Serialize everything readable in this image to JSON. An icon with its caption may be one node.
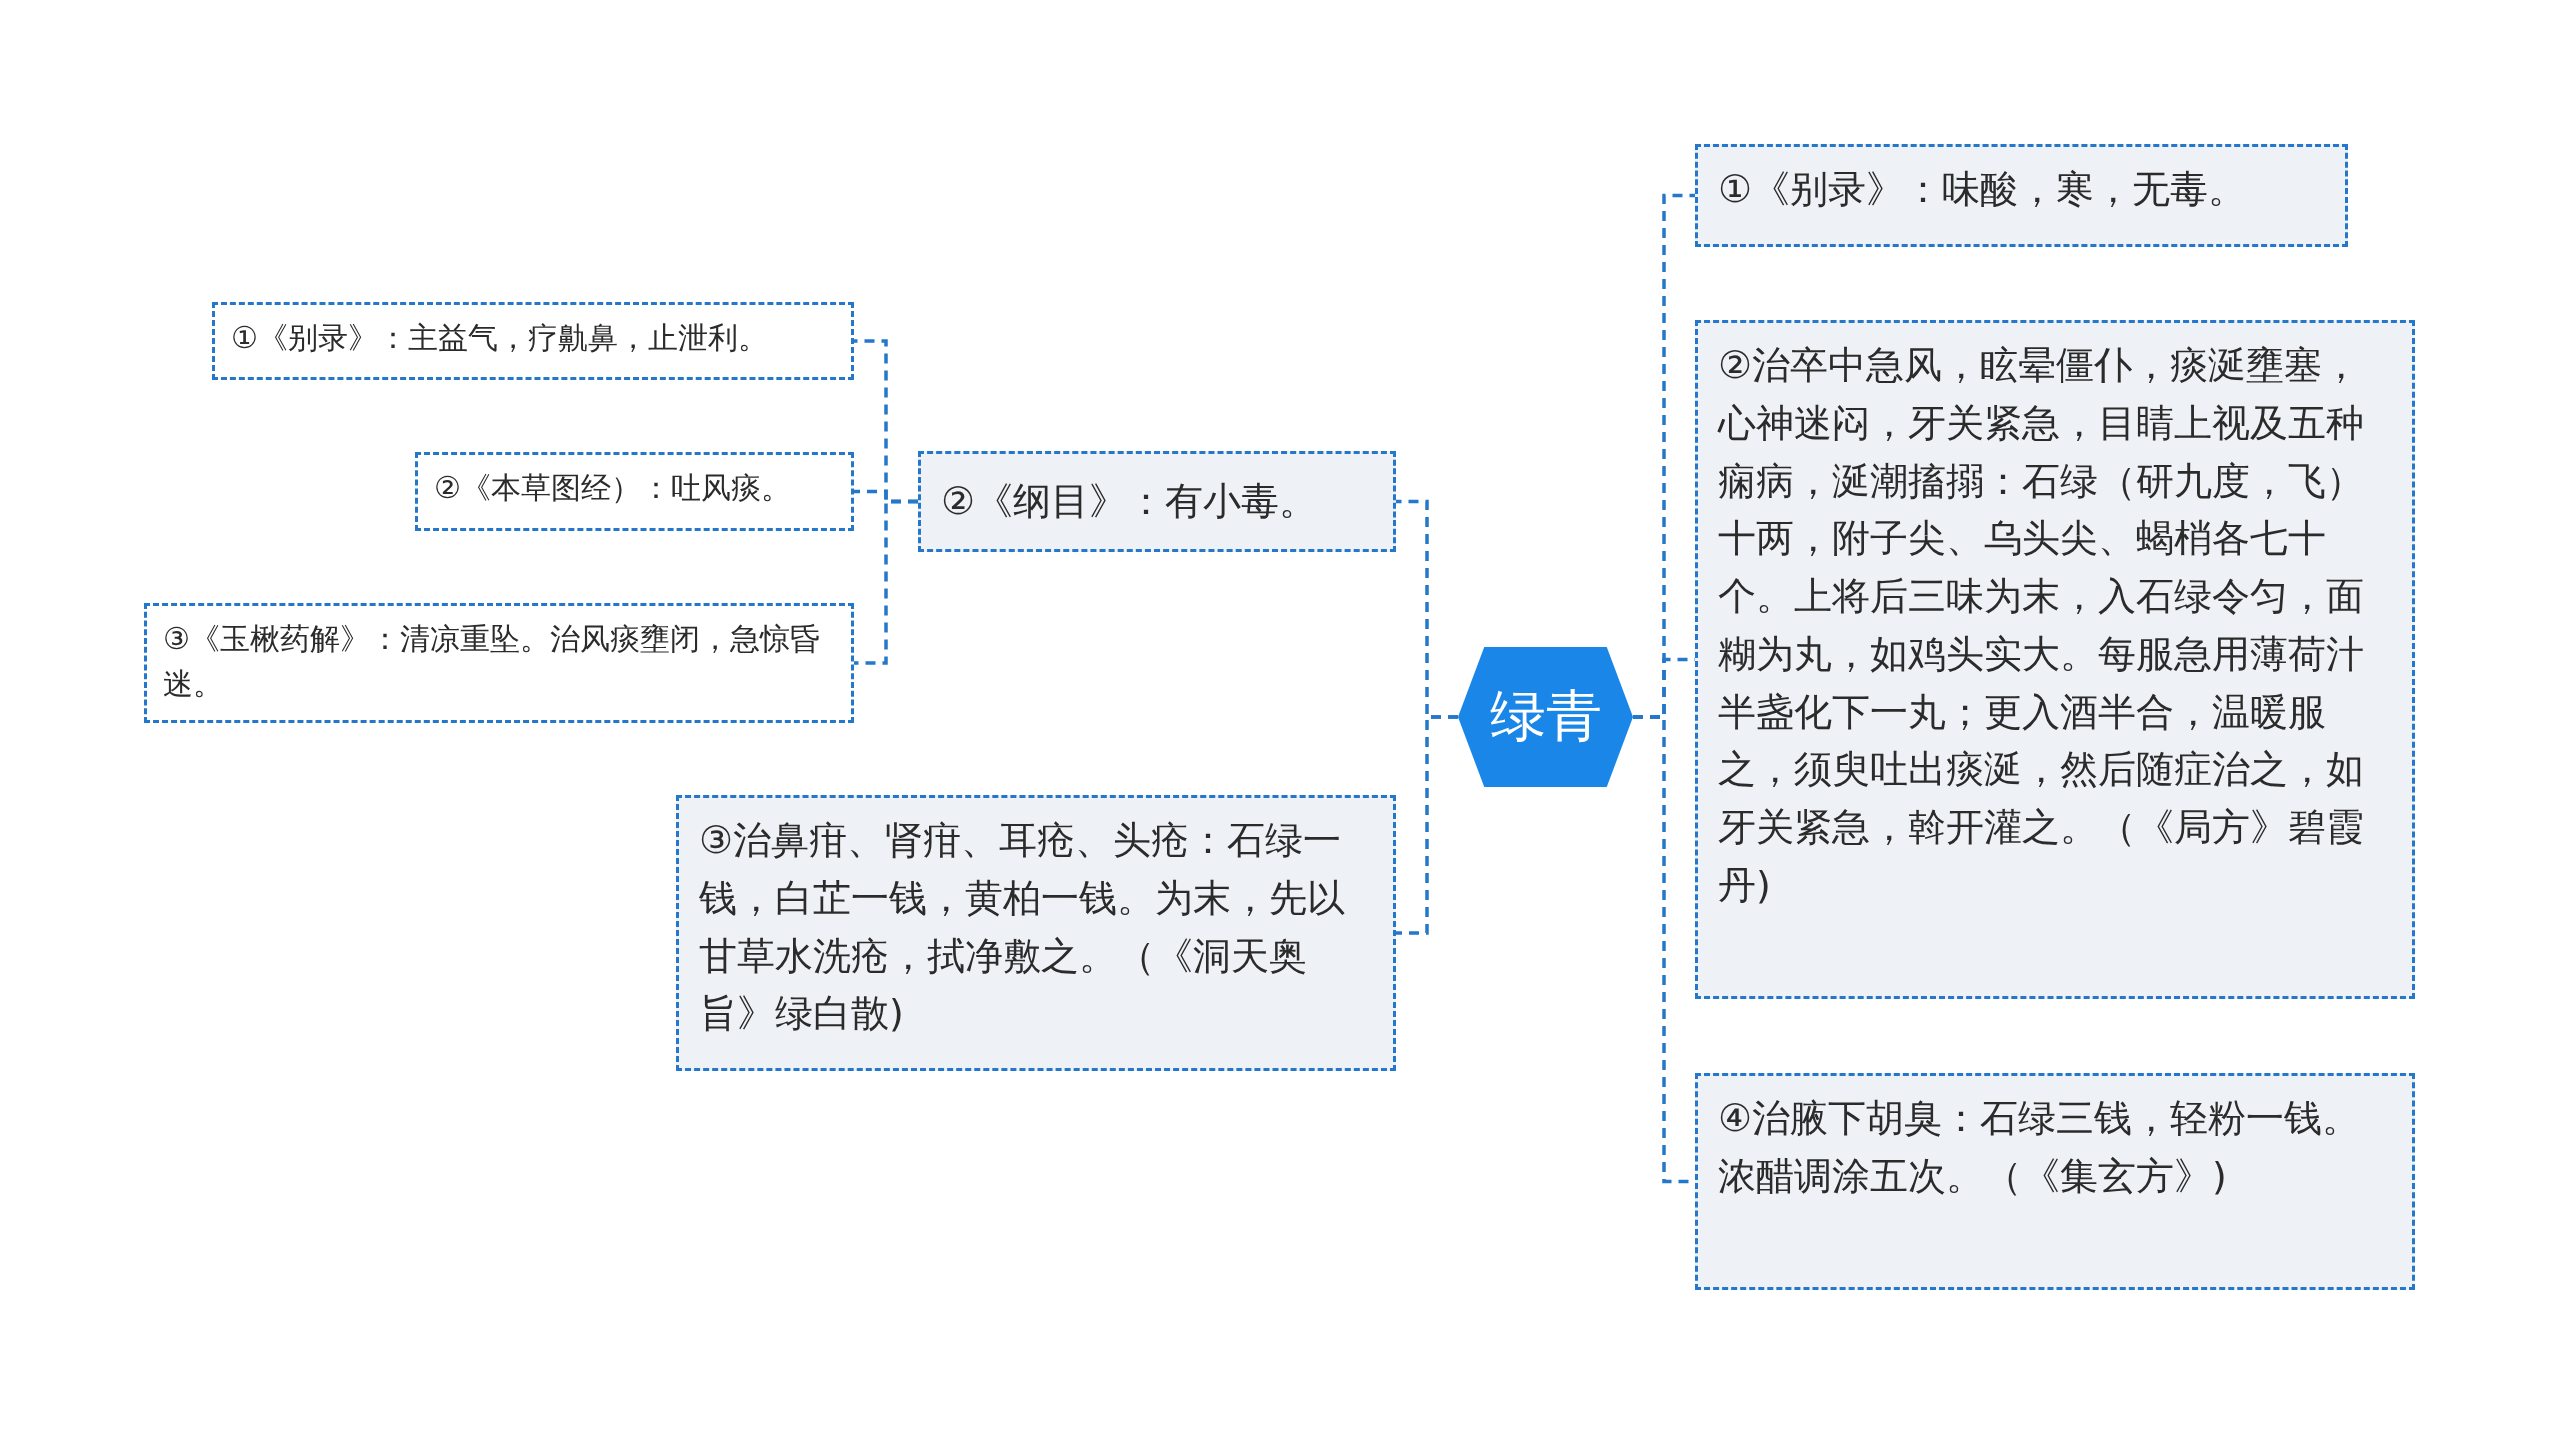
{
  "diagram": {
    "nodes": [
      {
        "text": [
          "绿青"
        ]
      },
      {
        "text": [
          "②《纲目》：有小毒。"
        ]
      },
      {
        "text": [
          "①《别录》：主益气，疗鼽鼻，止泄利。"
        ]
      },
      {
        "text": [
          "②《本草图经）：吐风痰。"
        ]
      },
      {
        "text": [
          "③《玉楸药解》：清凉重坠。治风痰壅闭，急惊昏迷。"
        ]
      },
      {
        "text": [
          "③治鼻疳、肾疳、耳疮、头疮：石绿一钱，白芷一钱，黄柏一钱。为末，先以甘草水洗疮，拭净敷之。（《洞天奥旨》绿白散)"
        ]
      },
      {
        "text": [
          "①《别录》：味酸，寒，无毒。"
        ]
      },
      {
        "text": [
          "②治卒中急风，眩晕僵仆，痰涎壅塞，心神迷闷，牙关紧急，目睛上视及五种痫病，涎潮搐搦：石绿（研九度，飞）十两，附子尖、乌头尖、蝎梢各七十个。上将后三味为末，入石绿令匀，面糊为丸，如鸡头实大。每服急用薄荷汁半盏化下一丸；更入酒半合，温暖服之，须臾吐出痰涎，然后随症治之，如牙关紧急，斡开灌之。（《局方》碧霞丹)"
        ]
      },
      {
        "text": [
          "④治腋下胡臭：石绿三钱，轻粉一钱。浓醋调涂五次。（《集玄方》)"
        ]
      }
    ],
    "edges": [
      {
        "from": 0,
        "to": 1,
        "arrow": "none"
      },
      {
        "from": 0,
        "to": 5,
        "arrow": "none"
      },
      {
        "from": 1,
        "to": 2,
        "arrow": "none"
      },
      {
        "from": 1,
        "to": 3,
        "arrow": "none"
      },
      {
        "from": 1,
        "to": 4,
        "arrow": "none"
      },
      {
        "from": 0,
        "to": 6,
        "arrow": "none"
      },
      {
        "from": 0,
        "to": 7,
        "arrow": "none"
      },
      {
        "from": 0,
        "to": 8,
        "arrow": "none"
      }
    ]
  }
}
